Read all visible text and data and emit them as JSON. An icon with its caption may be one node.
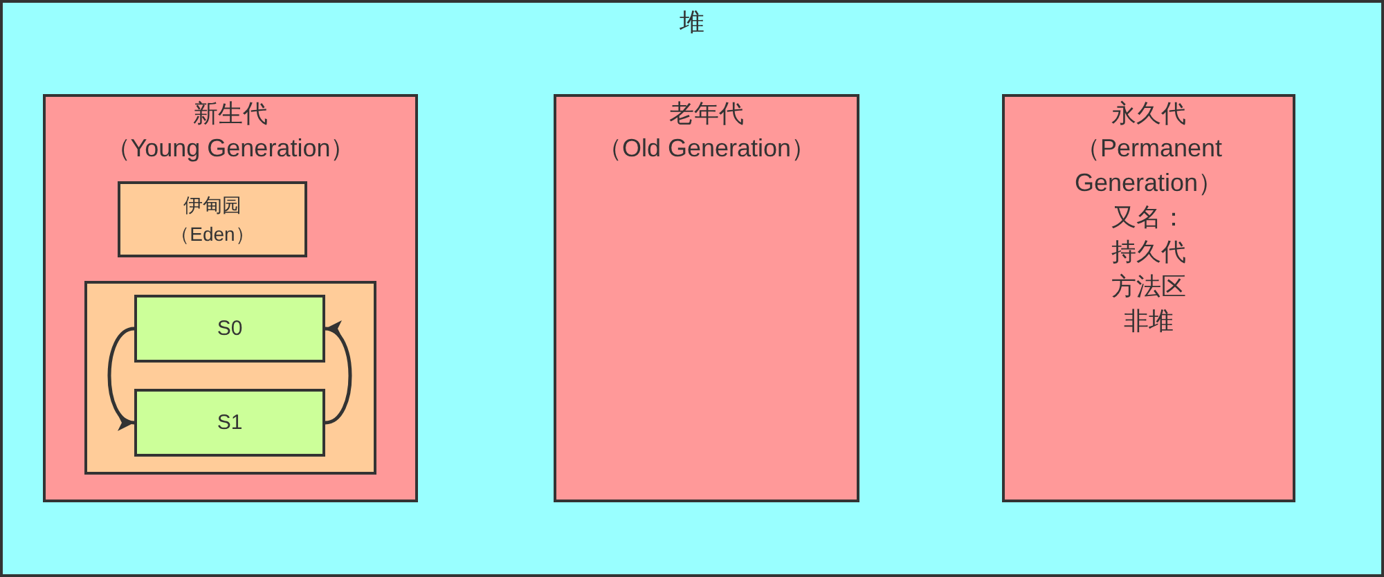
{
  "diagram": {
    "nodes": [
      {
        "text": [
          "堆"
        ]
      },
      {
        "text": [
          "新生代",
          "（Young Generation）"
        ],
        "in": 0
      },
      {
        "text": [
          "伊甸园",
          "（Eden）"
        ],
        "in": 1
      },
      {
        "text": [],
        "shape": "box",
        "in": 1
      },
      {
        "text": [
          "S0"
        ],
        "in": 3
      },
      {
        "text": [
          "S1"
        ],
        "in": 3
      },
      {
        "text": [
          "老年代",
          "（Old Generation）"
        ],
        "in": 0
      },
      {
        "text": [
          "永久代",
          "（Permanent Generation）",
          "又名：",
          "持久代",
          "方法区",
          "非堆"
        ],
        "in": 0
      }
    ],
    "edges": [
      {
        "from": 4,
        "to": 5,
        "arrow": "to"
      },
      {
        "from": 5,
        "to": 4,
        "arrow": "to"
      }
    ]
  }
}
